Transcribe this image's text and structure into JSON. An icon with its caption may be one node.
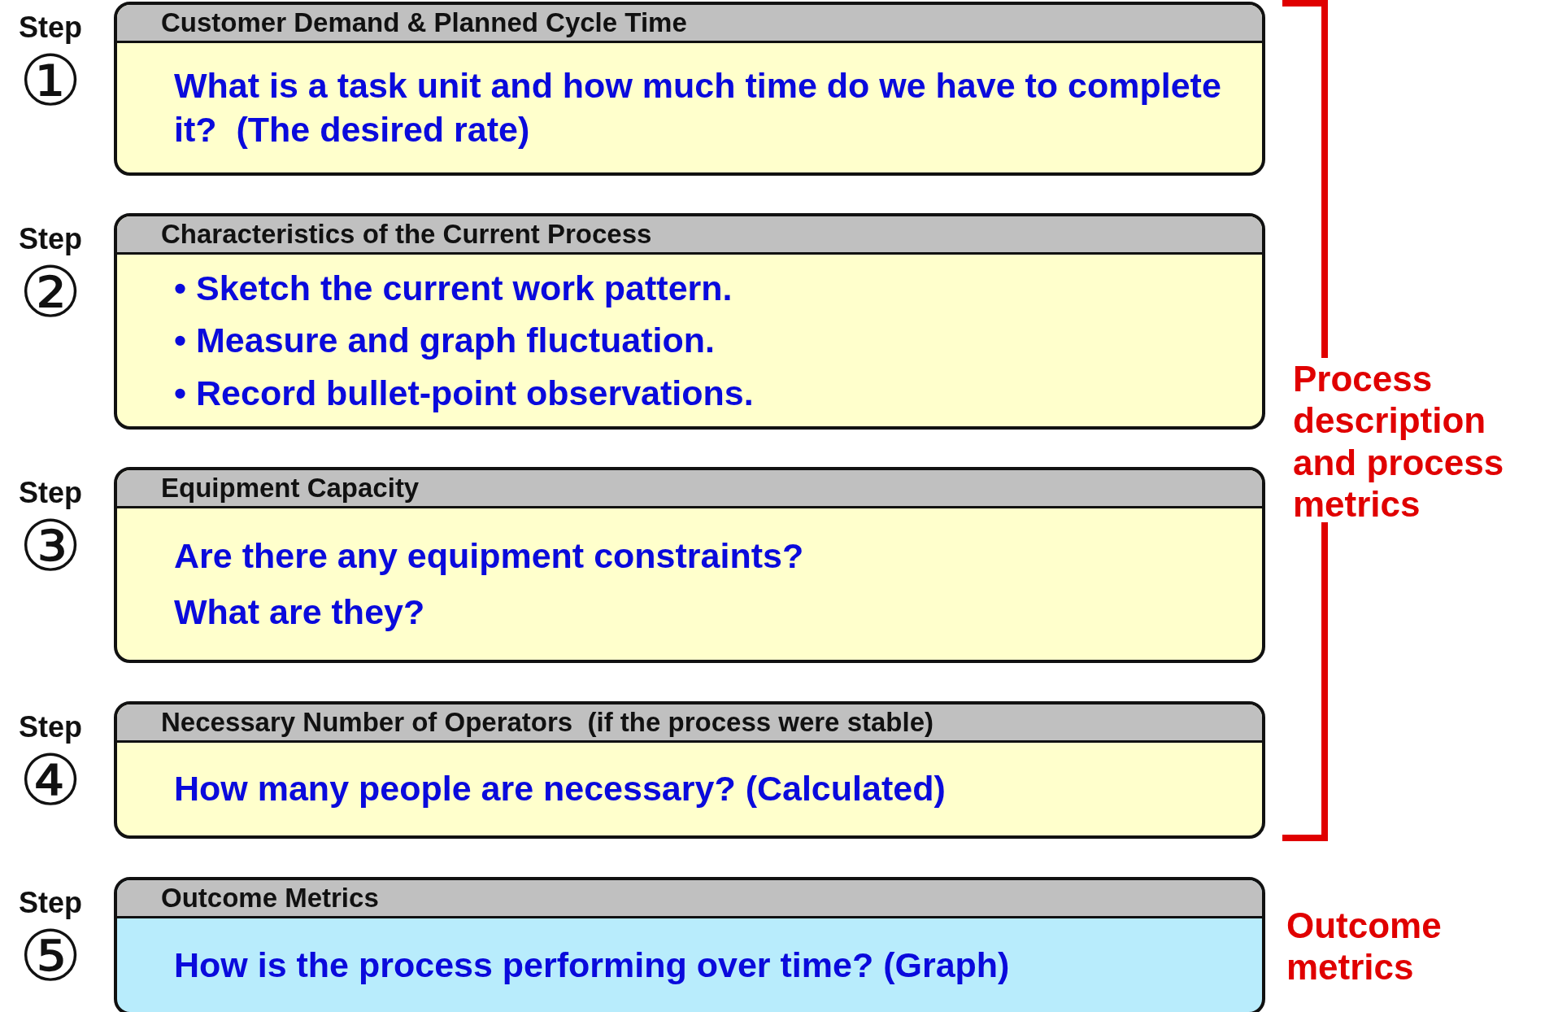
{
  "diagram": {
    "nodes": [
      {
        "text": [
          "Customer Demand & Planned Cycle Time",
          "What is a task unit and how much time do we have to complete it?  (The desired rate)"
        ],
        "beside": [
          "Step",
          "①"
        ]
      },
      {
        "text": [
          "Characteristics of the Current Process",
          "• Sketch the current work pattern.",
          "• Measure and graph fluctuation.",
          "• Record bullet-point observations."
        ],
        "beside": [
          "Step",
          "②"
        ]
      },
      {
        "text": [
          "Equipment Capacity",
          "Are there any equipment constraints?",
          "What are they?"
        ],
        "beside": [
          "Step",
          "③"
        ]
      },
      {
        "text": [
          "Necessary Number of Operators  (if the process were stable)",
          "How many people are necessary? (Calculated)"
        ],
        "beside": [
          "Step",
          "④"
        ]
      },
      {
        "text": [
          "Outcome Metrics",
          "How is the process performing over time? (Graph)"
        ],
        "beside": [
          "Step",
          "⑤"
        ]
      }
    ],
    "labels": [
      "Process description and process metrics",
      "Outcome metrics"
    ]
  }
}
